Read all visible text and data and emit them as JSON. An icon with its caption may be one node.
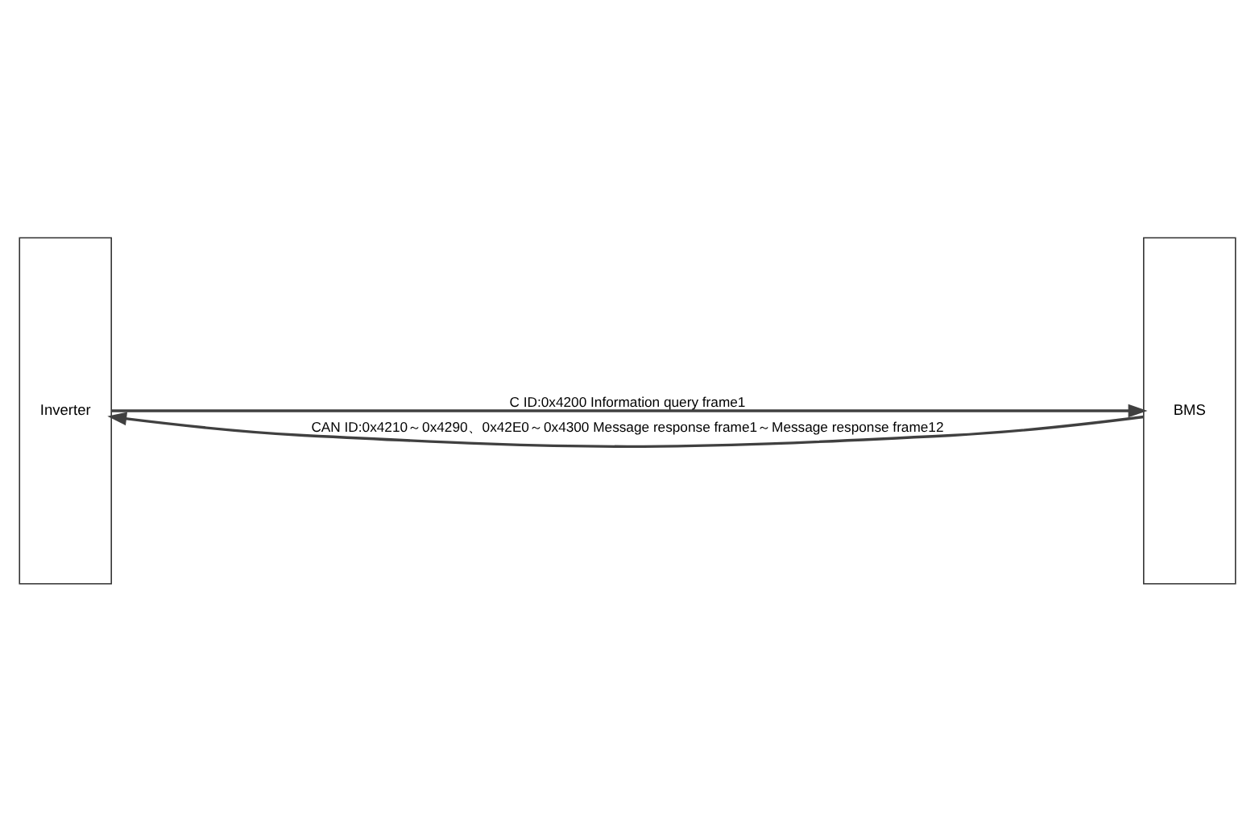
{
  "diagram": {
    "nodes": [
      {
        "text": [
          "Inverter"
        ]
      },
      {
        "text": [
          "BMS"
        ]
      }
    ],
    "edges": [
      {
        "from": 0,
        "to": 1,
        "arrow": "to",
        "label": "C ID:0x4200 Information query frame1"
      },
      {
        "from": 1,
        "to": 0,
        "arrow": "to",
        "label": "CAN ID:0x4210～0x4290、0x42E0～0x4300 Message response frame1～Message response frame12"
      }
    ]
  }
}
